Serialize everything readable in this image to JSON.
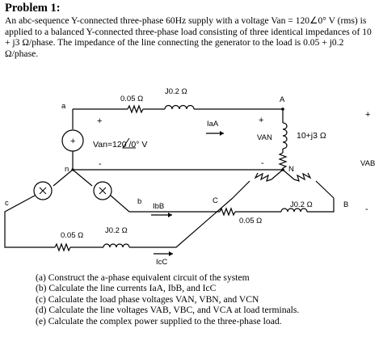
{
  "problem": {
    "title": "Problem 1:",
    "statement": "An abc-sequence Y-connected three-phase 60Hz supply with a voltage Van = 120∠0° V (rms) is applied to a balanced Y-connected three-phase load consisting of three identical impedances of 10 + j3 Ω/phase. The impedance of the line connecting the generator to the load is 0.05 + j0.2 Ω/phase."
  },
  "circuit": {
    "node_a": "a",
    "node_n": "n",
    "node_b": "b",
    "node_c": "c",
    "node_A": "A",
    "node_N": "N",
    "node_B": "B",
    "node_C": "C",
    "line_a_resistance": "0.05 Ω",
    "line_a_reactance": "J0.2 Ω",
    "line_b_resistance": "0.05 Ω",
    "line_b_reactance": "J0.2 Ω",
    "line_c_resistance": "0.05 Ω",
    "line_c_reactance": "J0.2 Ω",
    "source_voltage": "Van=120 /0° V",
    "load_voltage": "VAN",
    "load_impedance": "10+j3 Ω",
    "line_voltage_ab": "VAB",
    "current_a": "IaA",
    "current_b": "IbB",
    "current_c": "IcC",
    "plus_sign": "+",
    "minus_sign": "-"
  },
  "tasks": [
    "(a) Construct the a-phase equivalent circuit of the system",
    "(b) Calculate the line currents IaA, IbB, and IcC",
    "(c) Calculate the load phase voltages VAN, VBN, and VCN",
    "(d) Calculate the line voltages VAB, VBC, and VCA at load terminals.",
    "(e) Calculate the complex power supplied to the three-phase load."
  ]
}
